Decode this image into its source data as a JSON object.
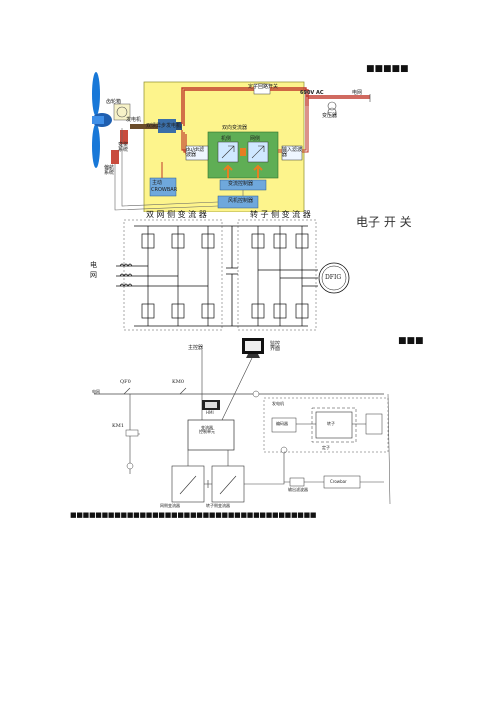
{
  "headings": {
    "top_right": "■■■■■",
    "mid_right": "■■■",
    "bottom_line": "■■■■■■■■■■■■■■■■■■■■■■■■■■■■■■■■■■■■■■■"
  },
  "fig1": {
    "gearbox": "齿轮箱",
    "generator": "发电机",
    "shaft": "双馈异步发电机",
    "pitch": "变桨系统",
    "yaw": "偏航系统",
    "crowbar_switch": "定子回路开关",
    "voltage": "690V AC",
    "grid": "电网",
    "transformer": "变压器",
    "converter_title": "双向变流器",
    "rotor_side": "机侧",
    "grid_side": "网侧",
    "rotor_filter": "du/dt滤波器",
    "grid_filter": "输入滤波器",
    "crowbar_label": "主动",
    "crowbar_box": "CROWBAR",
    "converter_ctrl": "变流控制器",
    "main_ctrl": "风机控制器"
  },
  "fig2": {
    "title_left": "双 网 侧 变 流 器",
    "title_right": "转 子 侧 变 流 器",
    "grid_label_1": "电",
    "grid_label_2": "网",
    "dfig": "DFIG",
    "side_text": "电子 开 关"
  },
  "fig3": {
    "main_ctrl": "主控器",
    "monitor": "监控\n界面",
    "grid_in": "电网",
    "q_main": "QF0",
    "k_main": "KM0",
    "k_charge": "KM1",
    "center": "变流器\n控制单元",
    "screen": "HMI",
    "rotor_box": "转子",
    "stator_box": "定子",
    "encoder": "编码器",
    "gen_label": "发电机",
    "stator_side": "定子",
    "grid_conv": "网侧变流器",
    "rotor_conv": "转子侧变流器",
    "filter": "输出滤波器",
    "crowbar": "Crowbar"
  }
}
